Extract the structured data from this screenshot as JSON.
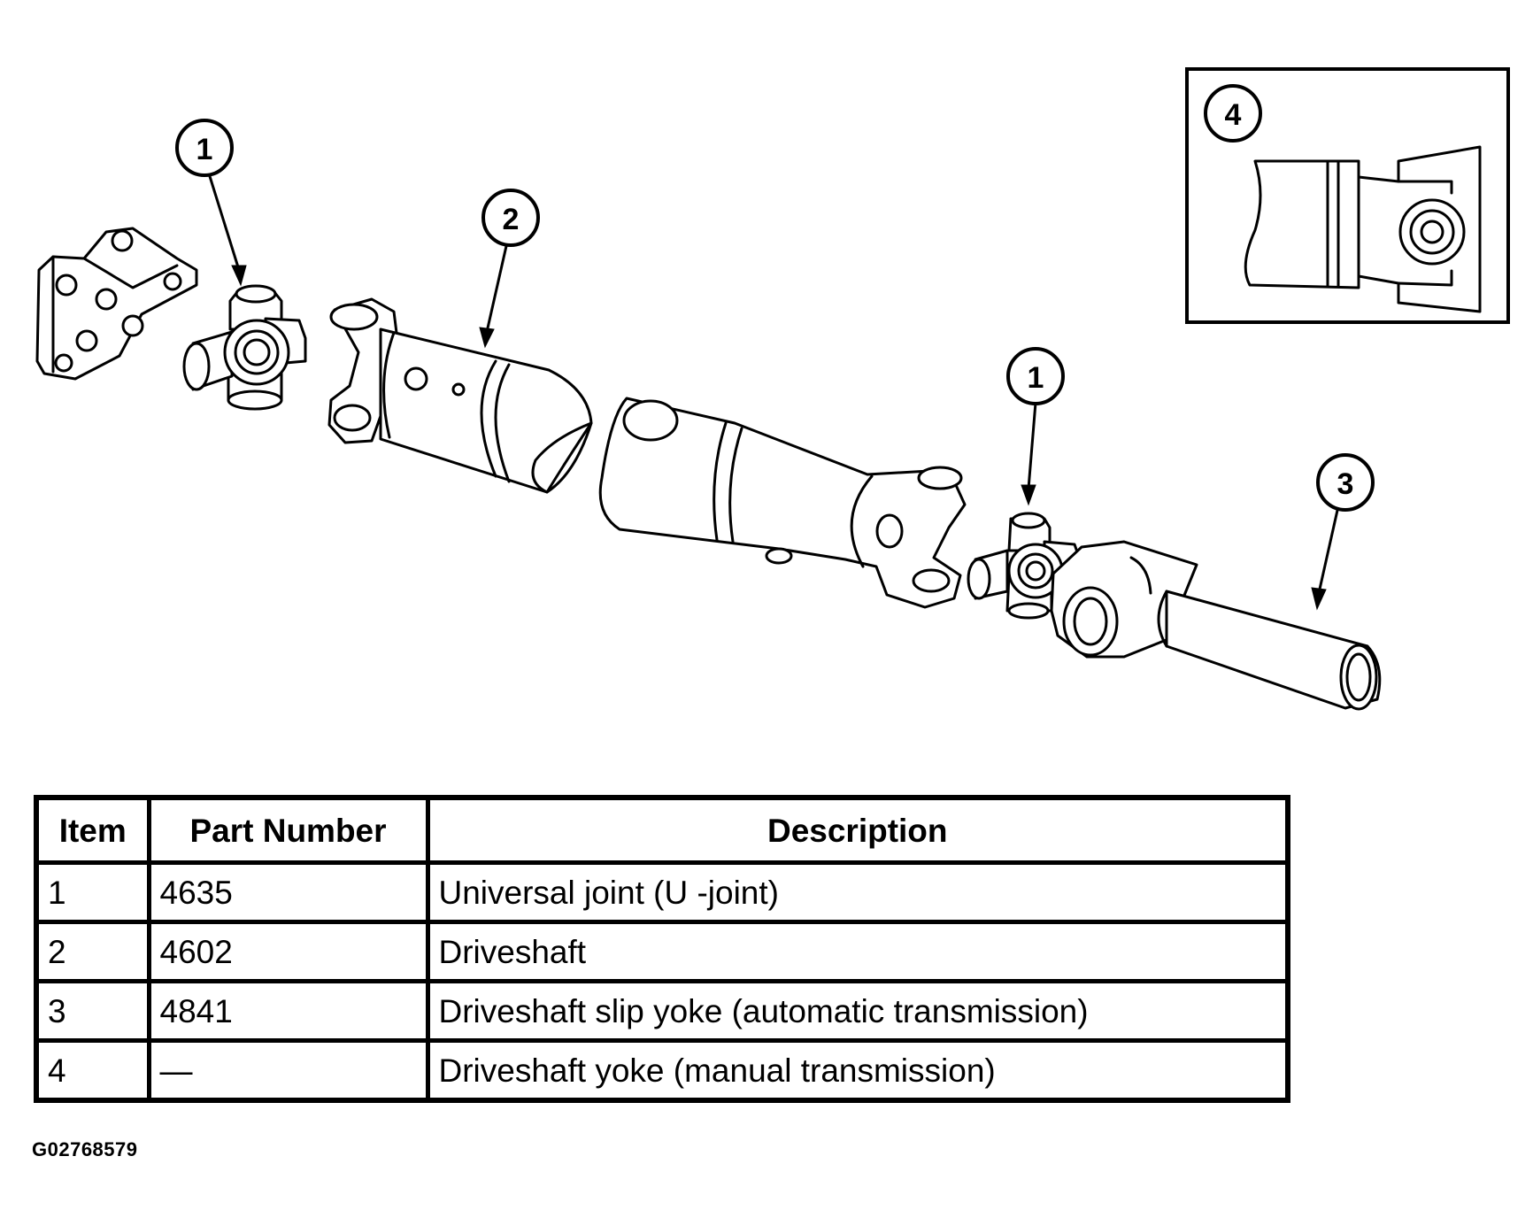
{
  "callouts": {
    "u_joint_front": "1",
    "driveshaft": "2",
    "u_joint_rear": "1",
    "slip_yoke": "3",
    "inset_yoke": "4"
  },
  "parts_table": {
    "headers": [
      "Item",
      "Part Number",
      "Description"
    ],
    "rows": [
      {
        "item": "1",
        "part_number": "4635",
        "description": "Universal joint (U -joint)"
      },
      {
        "item": "2",
        "part_number": "4602",
        "description": "Driveshaft"
      },
      {
        "item": "3",
        "part_number": "4841",
        "description": "Driveshaft slip yoke (automatic transmission)"
      },
      {
        "item": "4",
        "part_number": "—",
        "description": "Driveshaft yoke (manual transmission)"
      }
    ]
  },
  "figure_code": "G02768579"
}
